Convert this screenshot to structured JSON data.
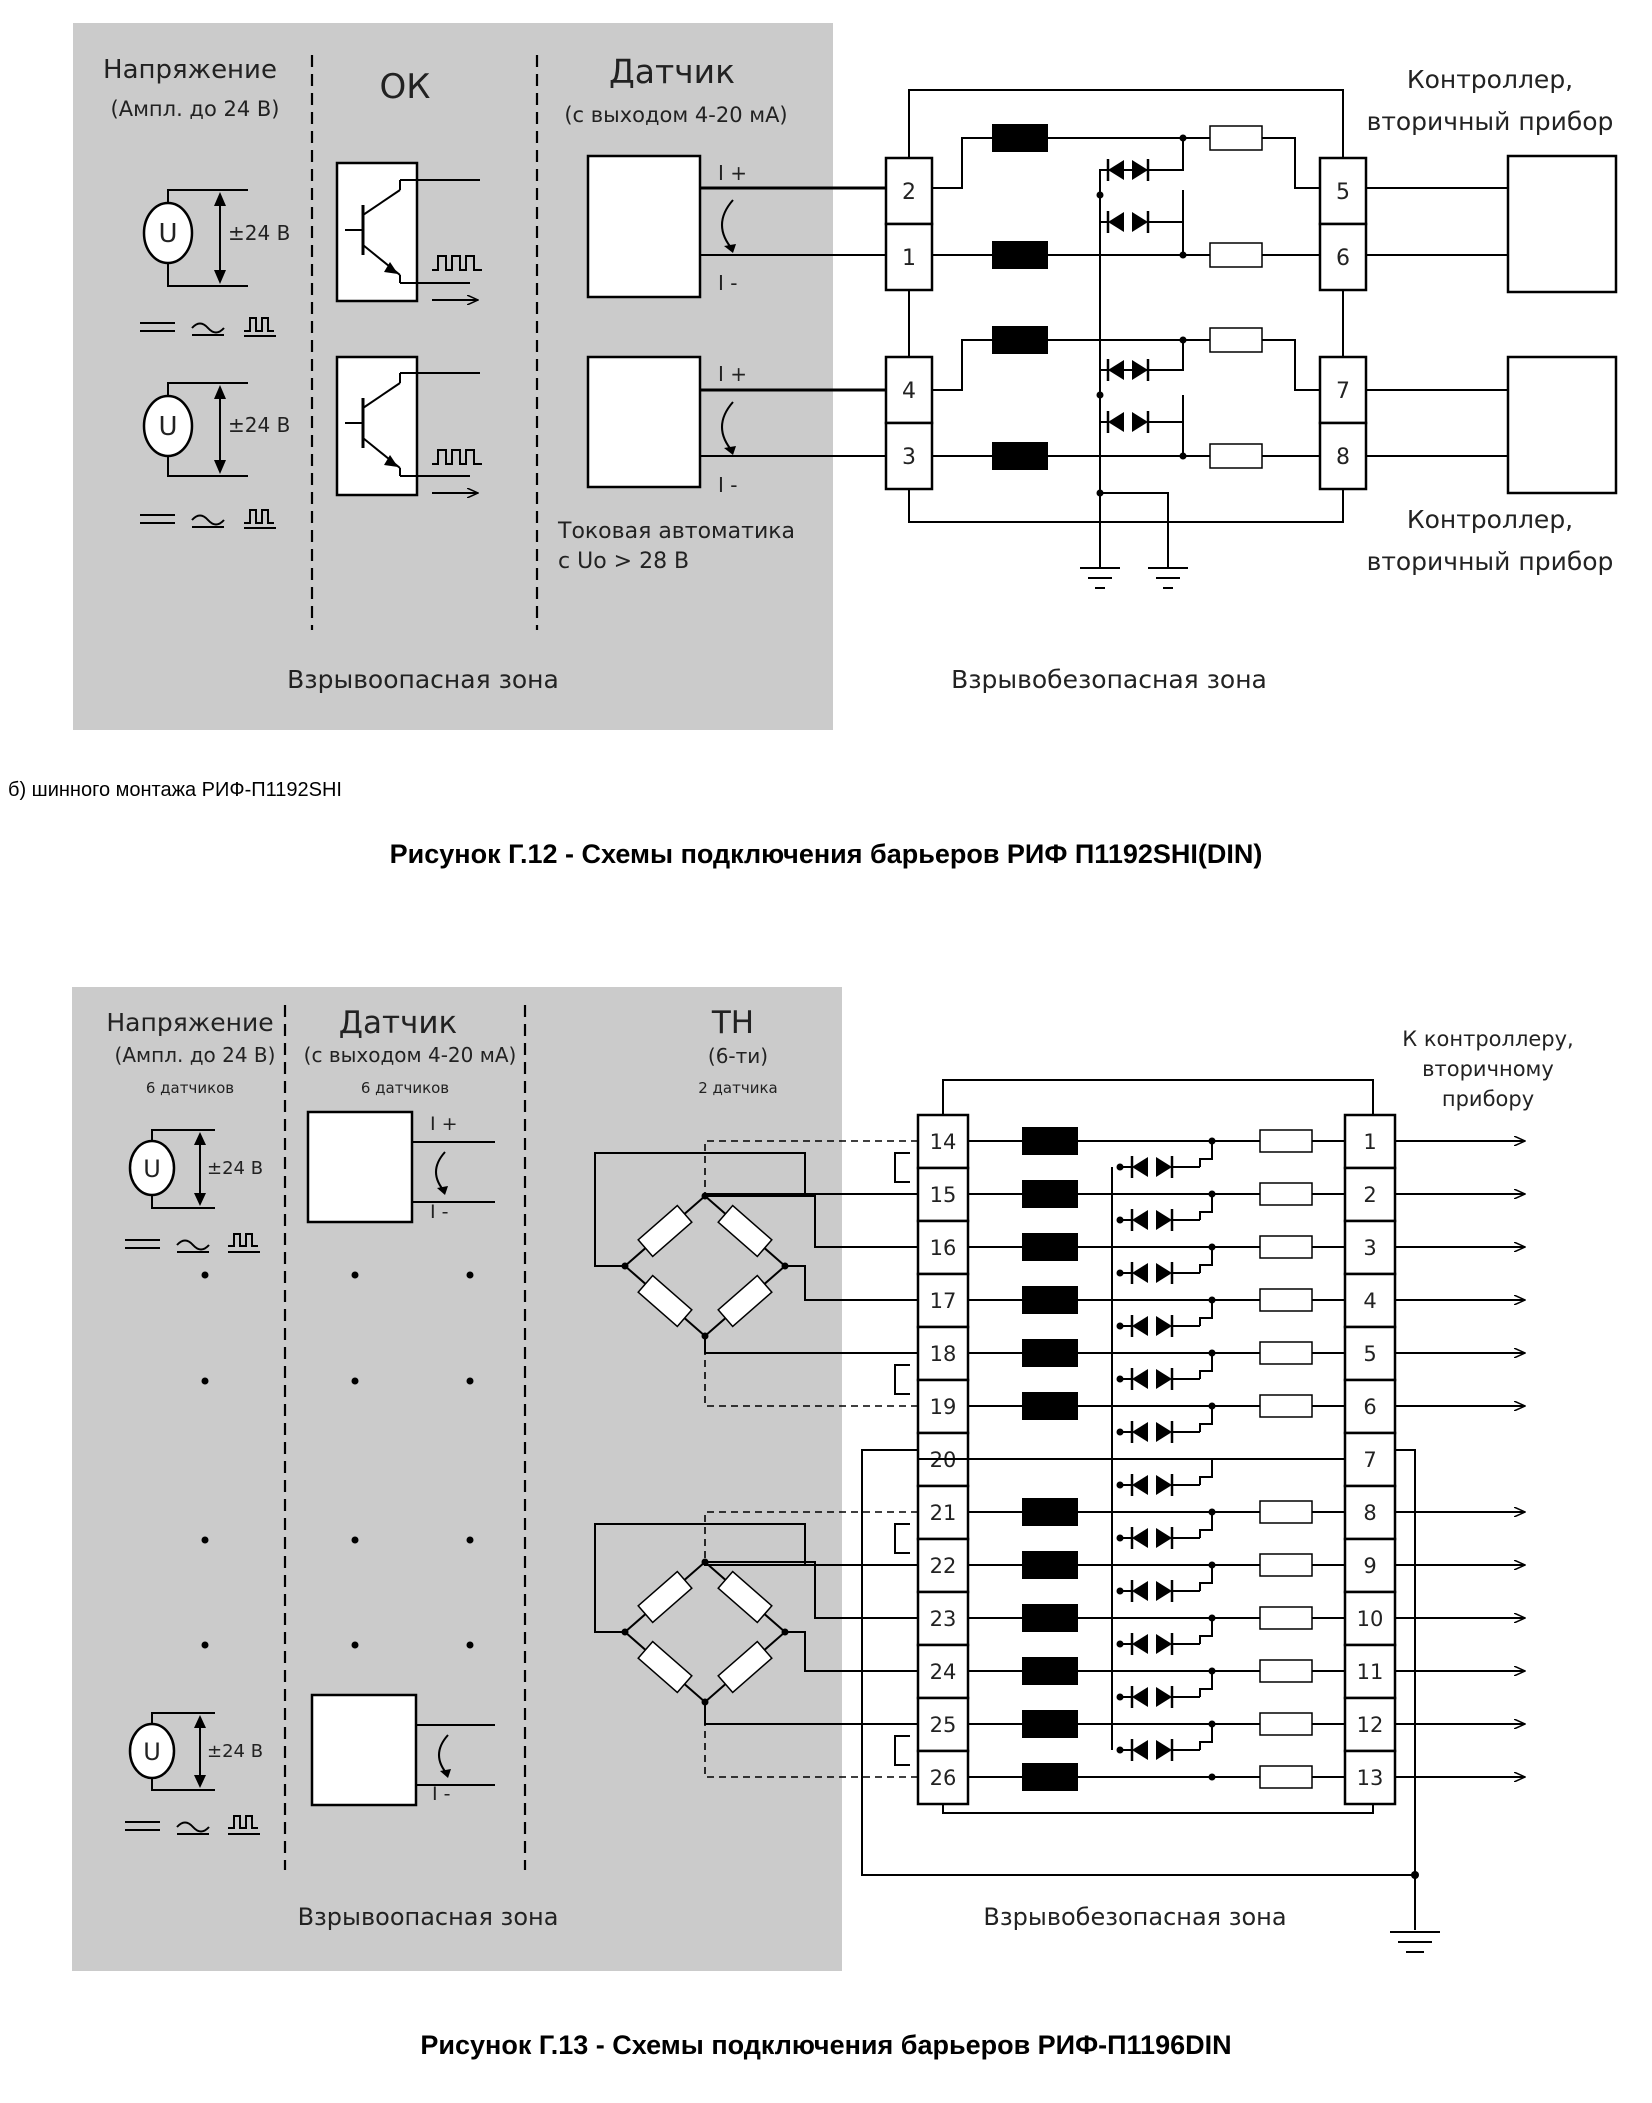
{
  "fig12": {
    "sub_caption": "б) шинного монтажа РИФ-П1192SHI",
    "caption": "Рисунок Г.12 - Схемы подключения барьеров РИФ П1192SHI(DIN)",
    "col_voltage_title": "Напряжение",
    "col_voltage_sub": "(Ампл. до 24 В)",
    "col_ok_title": "ОК",
    "col_sensor_title": "Датчик",
    "col_sensor_sub": "(с выходом 4-20 мА)",
    "src_u": "U",
    "src_pm24": "±24 В",
    "plus_label": "I +",
    "minus_label": "I -",
    "current_auto_1": "Токовая автоматика",
    "current_auto_2": "с Uo > 28 В",
    "controller_1": "Контроллер,",
    "controller_2": "вторичный прибор",
    "zone_hazard": "Взрывоопасная зона",
    "zone_safe": "Взрывобезопасная зона",
    "left_terms": [
      "2",
      "1",
      "4",
      "3"
    ],
    "right_terms": [
      "5",
      "6",
      "7",
      "8"
    ]
  },
  "fig13": {
    "caption": "Рисунок Г.13 - Схемы подключения барьеров РИФ-П1196DIN",
    "col_voltage_title": "Напряжение",
    "col_voltage_sub": "(Ампл. до 24 В)",
    "col_voltage_count": "6 датчиков",
    "col_sensor_title": "Датчик",
    "col_sensor_sub": "(с выходом 4-20 мА)",
    "col_sensor_count": "6 датчиков",
    "col_tn_title": "ТН",
    "col_tn_sub": "(6-ти)",
    "col_tn_count": "2 датчика",
    "src_u": "U",
    "src_pm24": "±24 В",
    "plus_label": "I +",
    "minus_label": "I -",
    "controller_1": "К контроллеру,",
    "controller_2": "вторичному",
    "controller_3": "прибору",
    "zone_hazard": "Взрывоопасная зона",
    "zone_safe": "Взрывобезопасная зона",
    "left_terms": [
      "14",
      "15",
      "16",
      "17",
      "18",
      "19",
      "20",
      "21",
      "22",
      "23",
      "24",
      "25",
      "26"
    ],
    "right_terms": [
      "1",
      "2",
      "3",
      "4",
      "5",
      "6",
      "7",
      "8",
      "9",
      "10",
      "11",
      "12",
      "13"
    ]
  }
}
